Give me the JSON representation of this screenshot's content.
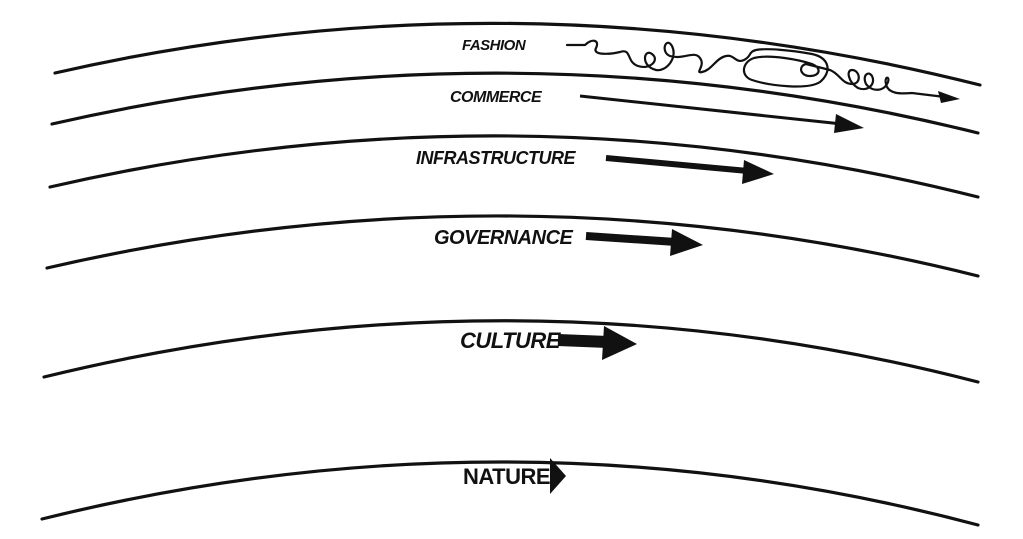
{
  "colors": {
    "ink": "#111111",
    "paper": "#ffffff"
  },
  "layers": [
    {
      "label": "FASHION",
      "arrow_style": "squiggle"
    },
    {
      "label": "COMMERCE",
      "arrow_style": "thin"
    },
    {
      "label": "INFRASTRUCTURE",
      "arrow_style": "medium"
    },
    {
      "label": "GOVERNANCE",
      "arrow_style": "thick"
    },
    {
      "label": "CULTURE",
      "arrow_style": "heavy"
    },
    {
      "label": "NATURE",
      "arrow_style": "arrowhead-only"
    }
  ]
}
